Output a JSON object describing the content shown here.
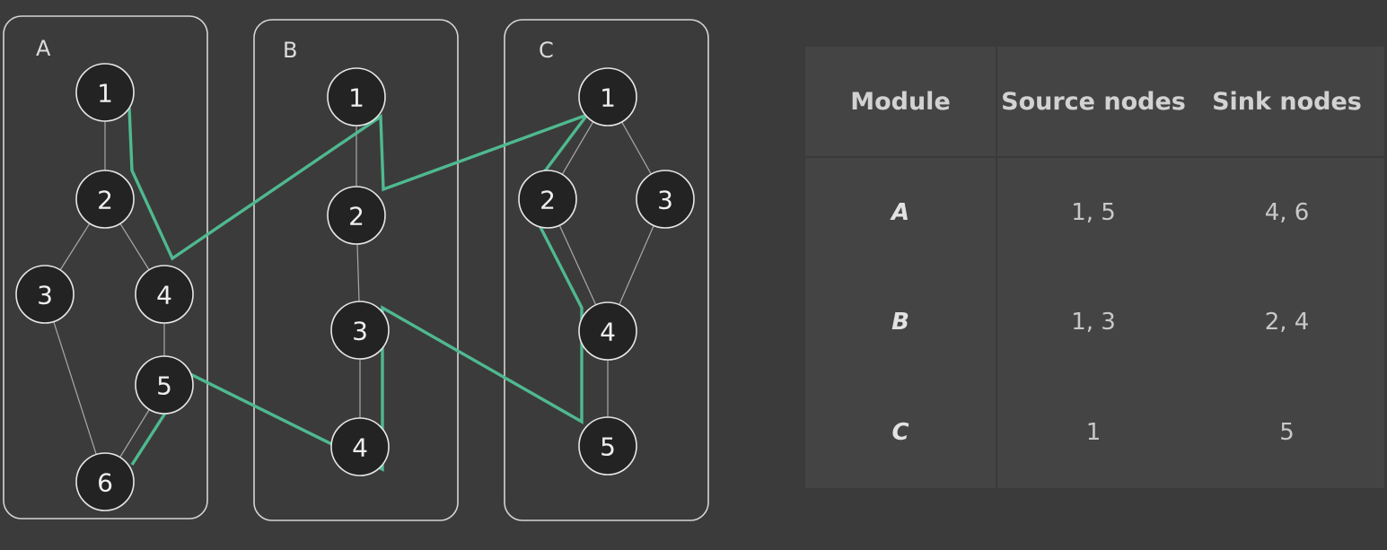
{
  "modules": [
    {
      "id": "A",
      "label": "A",
      "nodes": [
        {
          "id": "1",
          "label": "1"
        },
        {
          "id": "2",
          "label": "2"
        },
        {
          "id": "3",
          "label": "3"
        },
        {
          "id": "4",
          "label": "4"
        },
        {
          "id": "5",
          "label": "5"
        },
        {
          "id": "6",
          "label": "6"
        }
      ],
      "edges": [
        [
          "1",
          "2"
        ],
        [
          "2",
          "3"
        ],
        [
          "2",
          "4"
        ],
        [
          "3",
          "6"
        ],
        [
          "4",
          "5"
        ],
        [
          "5",
          "6"
        ]
      ]
    },
    {
      "id": "B",
      "label": "B",
      "nodes": [
        {
          "id": "1",
          "label": "1"
        },
        {
          "id": "2",
          "label": "2"
        },
        {
          "id": "3",
          "label": "3"
        },
        {
          "id": "4",
          "label": "4"
        }
      ],
      "edges": [
        [
          "1",
          "2"
        ],
        [
          "2",
          "3"
        ],
        [
          "3",
          "4"
        ]
      ]
    },
    {
      "id": "C",
      "label": "C",
      "nodes": [
        {
          "id": "1",
          "label": "1"
        },
        {
          "id": "2",
          "label": "2"
        },
        {
          "id": "3",
          "label": "3"
        },
        {
          "id": "4",
          "label": "4"
        },
        {
          "id": "5",
          "label": "5"
        }
      ],
      "edges": [
        [
          "1",
          "2"
        ],
        [
          "1",
          "3"
        ],
        [
          "2",
          "4"
        ],
        [
          "3",
          "4"
        ],
        [
          "4",
          "5"
        ]
      ]
    }
  ],
  "highlighted_path": [
    "A6",
    "A5",
    "B4",
    "B3",
    "C5",
    "C4",
    "C2",
    "C1",
    "B2",
    "B1",
    "A4",
    "A2",
    "A1"
  ],
  "colors": {
    "background": "#3b3b3c",
    "path": "#4fb98f",
    "node_fill": "#232323",
    "node_stroke": "#e6e6e6",
    "table_bg": "#444445"
  },
  "table": {
    "headers": [
      "Module",
      "Source nodes",
      "Sink nodes"
    ],
    "rows": [
      {
        "module": "A",
        "source": "1, 5",
        "sink": "4, 6"
      },
      {
        "module": "B",
        "source": "1, 3",
        "sink": "2, 4"
      },
      {
        "module": "C",
        "source": "1",
        "sink": "5"
      }
    ]
  }
}
